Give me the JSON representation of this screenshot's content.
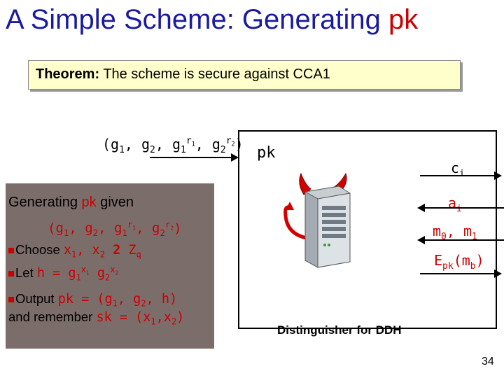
{
  "title": {
    "main": "A Simple Scheme: Generating ",
    "accent": "pk"
  },
  "theorem": {
    "label": "Theorem:",
    "text": " The scheme is secure against CCA1"
  },
  "input_tuple": "(g1, g2, g1r1, g2r2)",
  "box": {
    "pk_label": "pk",
    "messages": [
      "ci",
      "ai",
      "m0, m1",
      "Epk(mb)"
    ],
    "caption": "Distinguisher for DDH"
  },
  "panel": {
    "heading_pre": "Generating ",
    "heading_pk": "pk",
    "heading_post": " given",
    "tuple": "(g1, g2, g1r1, g2r2)",
    "step1_pre": "Choose ",
    "step1_math": "x1, x2 2 Zq",
    "step2_pre": "Let ",
    "step2_math": "h = g1x1 g2x2",
    "step3_pre": "Output ",
    "step3_math": "pk = (g1, g2, h)",
    "step4_pre": "and remember ",
    "step4_math": "sk = (x1,x2)"
  },
  "page_number": "34",
  "colors": {
    "title": "#1a1aa0",
    "accent": "#cc0000",
    "theorem_bg": "#ffffcc",
    "panel_bg": "#7b6d6a"
  },
  "icons": [
    "server-devil-icon"
  ]
}
